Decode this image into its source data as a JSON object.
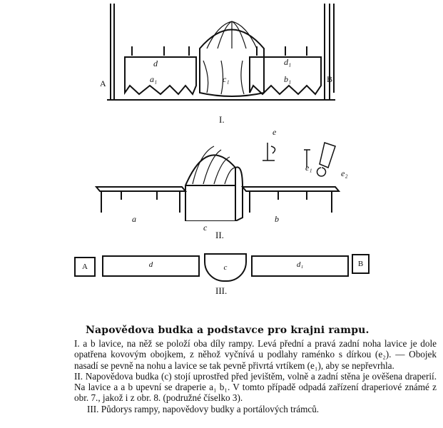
{
  "figure_1": {
    "caption": "I.",
    "labels": {
      "left_wall": "A",
      "bench_a": "a₁",
      "booth": "c₁",
      "bench_b": "b₁",
      "right_wall": "B",
      "lamp_d": "d",
      "lamp_d1": "d₁"
    }
  },
  "figure_2": {
    "caption": "II.",
    "labels": {
      "e": "e",
      "e1": "e₁",
      "e2": "e₂",
      "bench_a": "a",
      "booth": "c",
      "bench_b": "b"
    }
  },
  "figure_3": {
    "caption": "III.",
    "labels": {
      "A": "A",
      "d": "d",
      "c": "c",
      "d1": "d₁",
      "B": "B"
    }
  },
  "heading": "Napovědova budka a podstavce pro krajni rampu.",
  "paragraphs": [
    "I. a b lavice, na něž se položí oba díly rampy. Levá přední a pravá zadní noha lavice je dole opatřena kovovým obojkem, z něhož vyčnívá u podlahy raménko s dírkou (e₂). — Obojek nasadí se pevně na nohu a lavice se tak pevně přivrtá vrtíkem (e₁), aby se nepřevrhla.",
    "II. Napovědova budka (c) stojí uprostřed před jevištěm, volně a zadní stěna je ověšena draperií. Na lavice a a b upevní se draperie a₁ b₁. V tomto případě odpadá zařízení draperiové známé z obr. 7., jakož i z obr. 8. (podružné číselko 3).",
    "III. Půdorys rampy, napovědovy budky a portálových trámců."
  ]
}
